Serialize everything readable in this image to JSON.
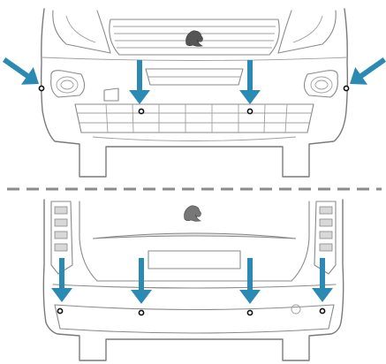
{
  "diagram": {
    "colors": {
      "arrow": "#2a8ab4",
      "line": "#7a7a7a",
      "divider": "#8c8c8c",
      "sensor": "#111111"
    },
    "front_view": {
      "emblem_icon": "peugeot-lion-emblem",
      "sensor_count": 4,
      "arrow_count": 4
    },
    "rear_view": {
      "emblem_icon": "peugeot-lion-emblem",
      "sensor_count": 4,
      "arrow_count": 4
    }
  }
}
